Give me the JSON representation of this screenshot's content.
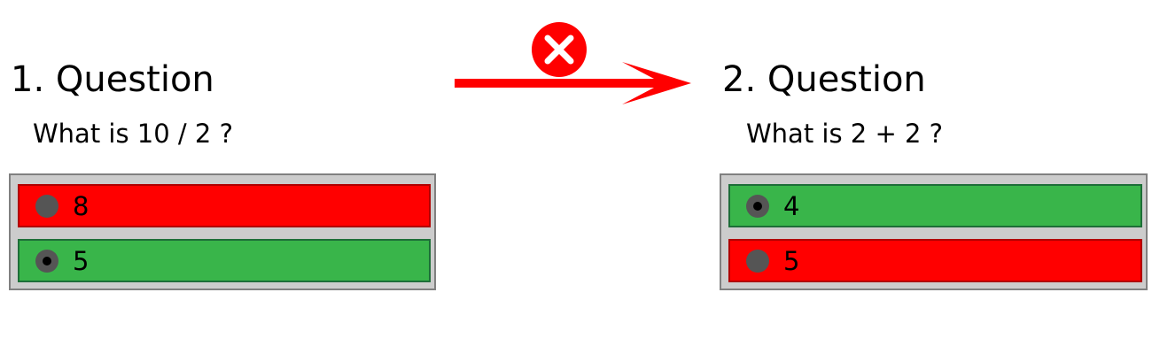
{
  "colors": {
    "correct": "#39b54a",
    "wrong": "#ff0000",
    "panel": "#cccccc",
    "arrow": "#ff0000"
  },
  "questions": [
    {
      "title": "1. Question",
      "text": "What is 10 / 2 ?",
      "options": [
        {
          "label": "8",
          "status": "wrong",
          "selected": false
        },
        {
          "label": "5",
          "status": "correct",
          "selected": true
        }
      ]
    },
    {
      "title": "2. Question",
      "text": "What is 2 + 2 ?",
      "options": [
        {
          "label": "4",
          "status": "correct",
          "selected": true
        },
        {
          "label": "5",
          "status": "wrong",
          "selected": false
        }
      ]
    }
  ],
  "transition": {
    "arrow_icon": "arrow-right",
    "badge_icon": "close-icon"
  }
}
